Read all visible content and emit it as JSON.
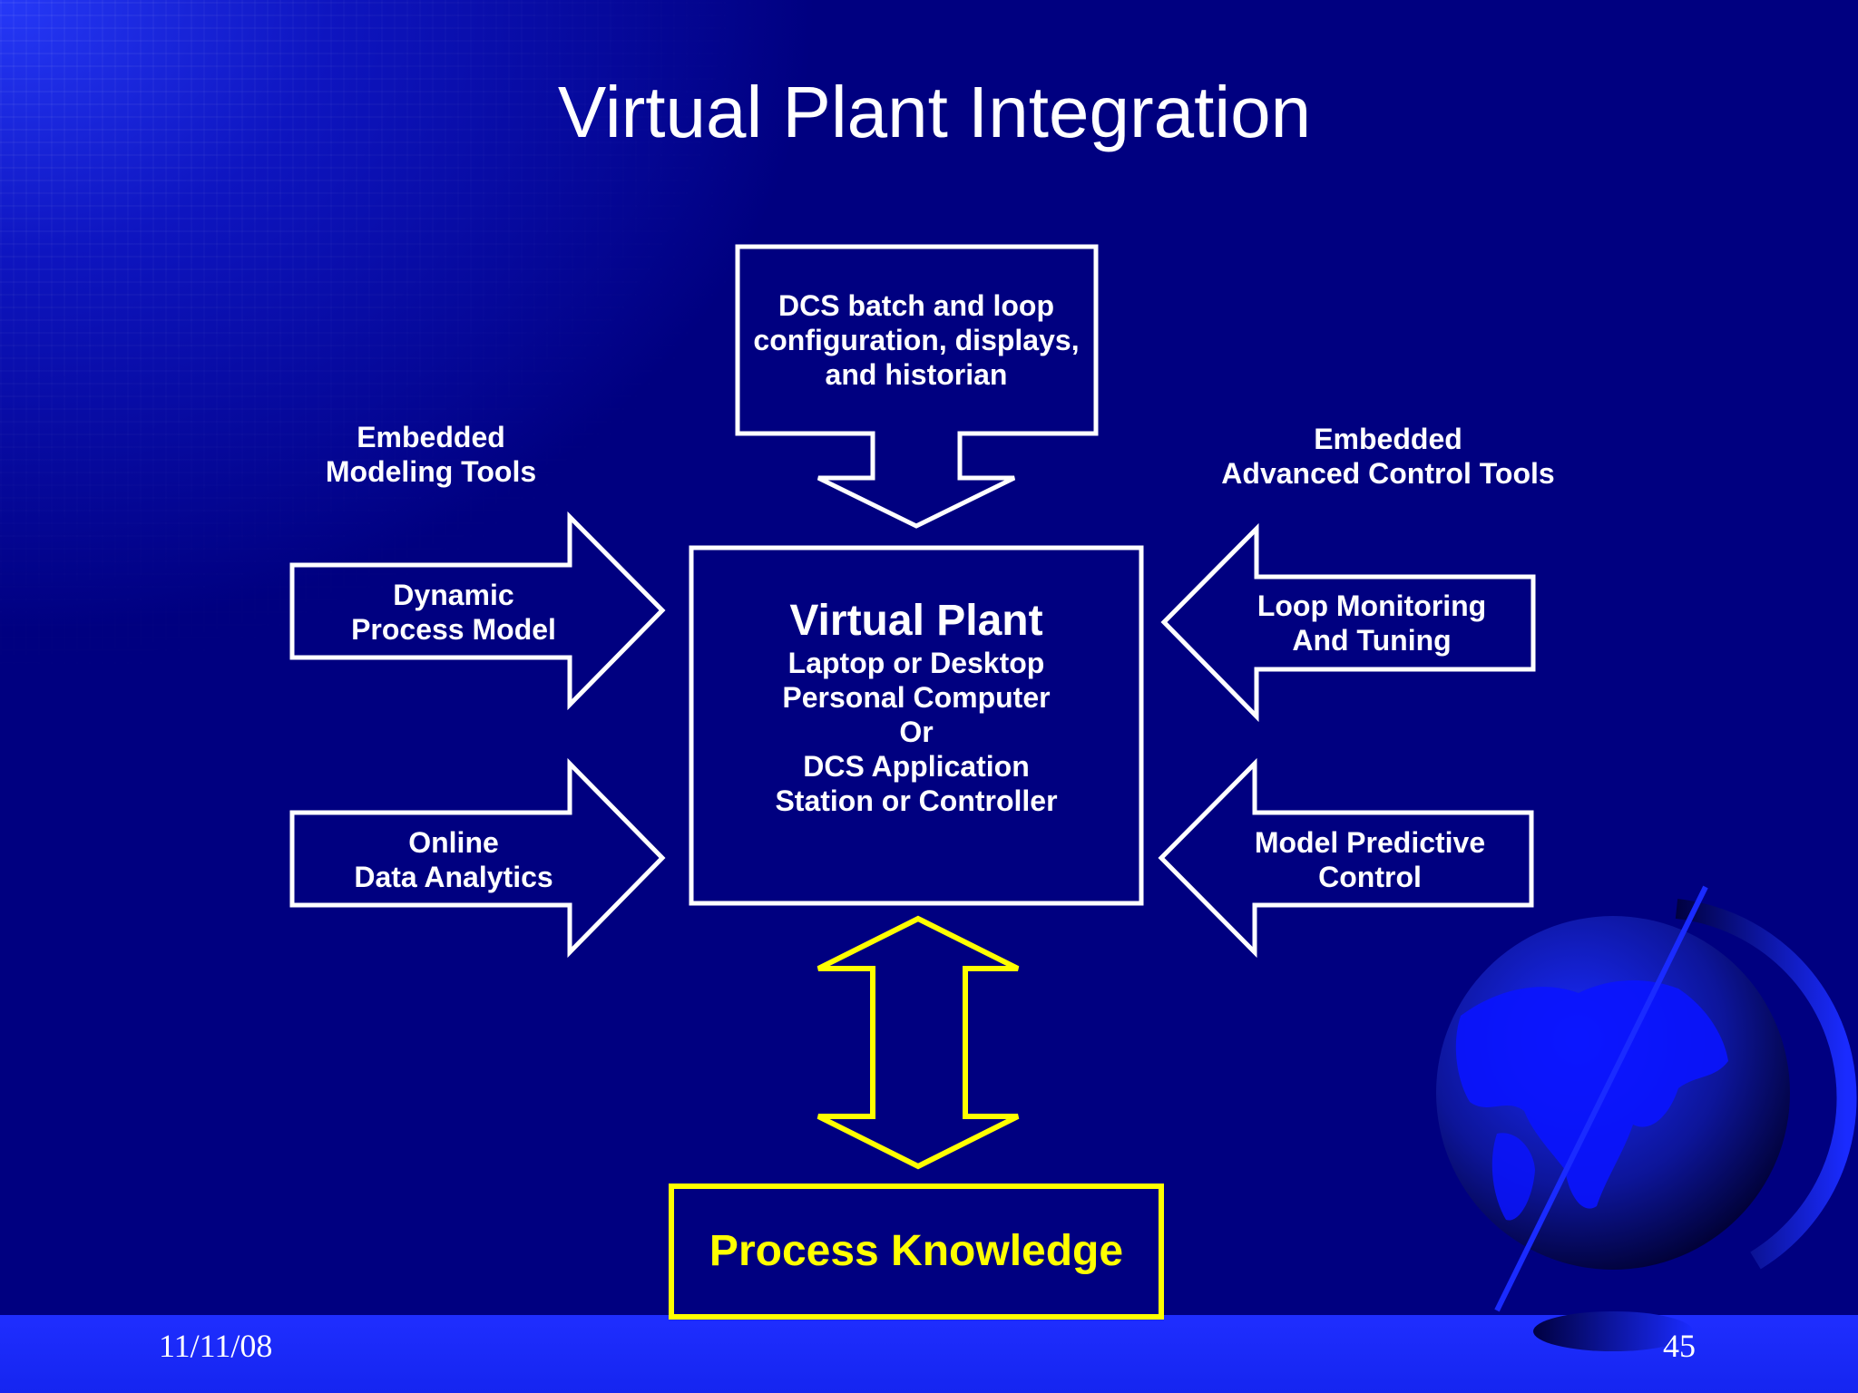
{
  "title": "Virtual Plant Integration",
  "top_box": {
    "lines": [
      "DCS batch and loop",
      "configuration, displays,",
      "and historian"
    ]
  },
  "embedded_modeling": {
    "lines": [
      "Embedded",
      "Modeling Tools"
    ]
  },
  "embedded_advanced": {
    "lines": [
      "Embedded",
      "Advanced Control Tools"
    ]
  },
  "dynamic_model": {
    "lines": [
      "Dynamic",
      "Process Model"
    ]
  },
  "online_analytics": {
    "lines": [
      "Online",
      "Data Analytics"
    ]
  },
  "loop_monitoring": {
    "lines": [
      "Loop Monitoring",
      "And Tuning"
    ]
  },
  "mpc": {
    "lines": [
      "Model Predictive",
      "Control"
    ]
  },
  "virtual_plant": {
    "title": "Virtual Plant",
    "lines": [
      "Laptop or Desktop",
      "Personal Computer",
      "Or",
      "DCS Application",
      "Station or Controller"
    ]
  },
  "process_knowledge": "Process Knowledge",
  "footer": {
    "date": "11/11/08",
    "page": "45"
  },
  "colors": {
    "background": "#000080",
    "outline": "#ffffff",
    "highlight": "#ffff00",
    "footer_bar": "#1f2eff"
  }
}
